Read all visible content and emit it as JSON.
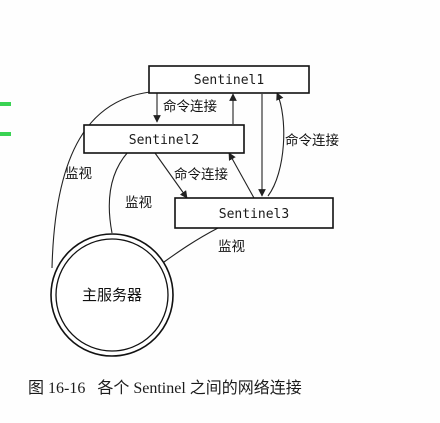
{
  "figure": {
    "caption": "图 16-16   各个 Sentinel 之间的网络连接",
    "accent_color": "#39d353"
  },
  "nodes": {
    "sentinel1": "Sentinel1",
    "sentinel2": "Sentinel2",
    "sentinel3": "Sentinel3",
    "master": "主服务器"
  },
  "edge_labels": {
    "cmd_s1_s2": "命令连接",
    "cmd_s2_s3": "命令连接",
    "cmd_s1_s3": "命令连接",
    "monitor_s1": "监视",
    "monitor_s2": "监视",
    "monitor_s3": "监视"
  }
}
